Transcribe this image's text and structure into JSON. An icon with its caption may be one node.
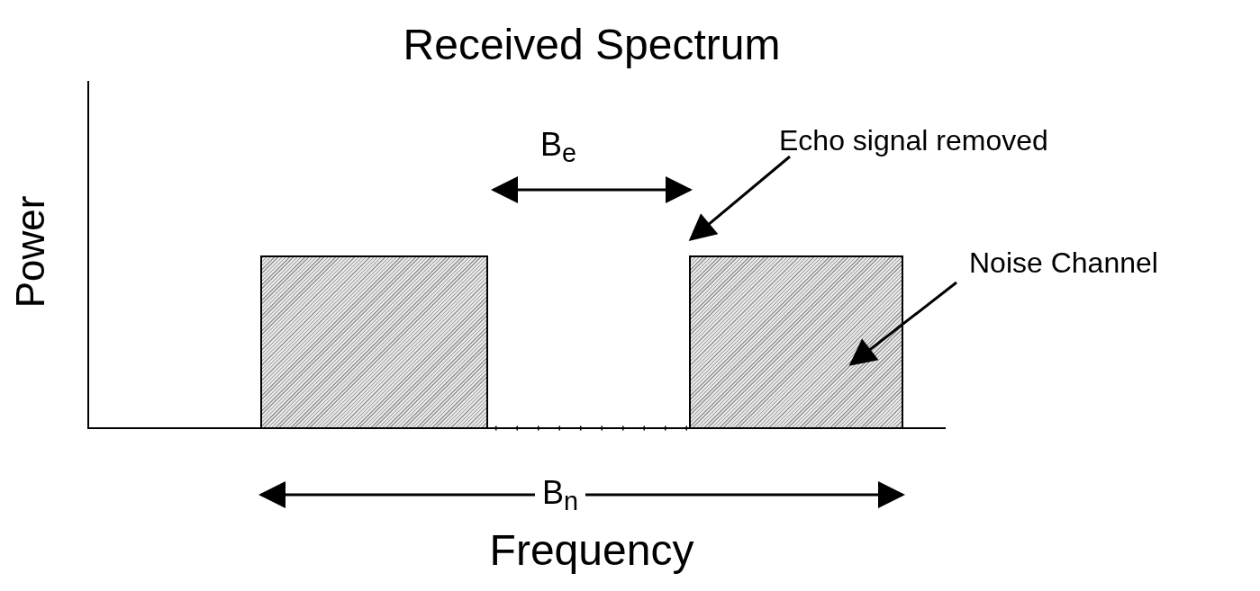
{
  "diagram": {
    "title": "Received Spectrum",
    "nodes": [
      {
        "text": [
          "Echo signal removed"
        ]
      },
      {
        "text": [
          "Noise Channel"
        ]
      },
      {
        "text": [],
        "shape": "box"
      },
      {
        "text": [],
        "shape": "box"
      }
    ],
    "edges": [
      {
        "from": 0,
        "to": 3,
        "arrow": "to"
      },
      {
        "from": 1,
        "to": 3,
        "arrow": "to"
      }
    ],
    "labels": [
      "B$_{e}$",
      "Power",
      "B$_{n}$",
      "Frequency"
    ]
  }
}
